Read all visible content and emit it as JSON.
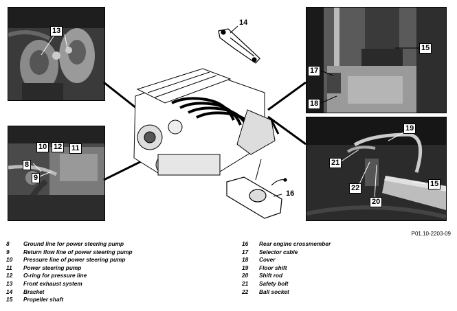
{
  "callouts": {
    "c8": "8",
    "c9": "9",
    "c10": "10",
    "c11": "11",
    "c12": "12",
    "c13": "13",
    "c14": "14",
    "c15a": "15",
    "c15b": "15",
    "c16": "16",
    "c17": "17",
    "c18": "18",
    "c19": "19",
    "c20": "20",
    "c21": "21",
    "c22": "22"
  },
  "figure_code": "P01.10-2203-09",
  "legend": {
    "left": [
      {
        "num": "8",
        "label": "Ground line for power steering pump"
      },
      {
        "num": "9",
        "label": "Return flow line of power steering pump"
      },
      {
        "num": "10",
        "label": "Pressure line of power steering pump"
      },
      {
        "num": "11",
        "label": "Power steering pump"
      },
      {
        "num": "12",
        "label": "O-ring for pressure line"
      },
      {
        "num": "13",
        "label": "Front exhaust system"
      },
      {
        "num": "14",
        "label": "Bracket"
      },
      {
        "num": "15",
        "label": "Propeller shaft"
      }
    ],
    "right": [
      {
        "num": "16",
        "label": "Rear engine crossmember"
      },
      {
        "num": "17",
        "label": "Selector cable"
      },
      {
        "num": "18",
        "label": "Cover"
      },
      {
        "num": "19",
        "label": "Floor shift"
      },
      {
        "num": "20",
        "label": "Shift rod"
      },
      {
        "num": "21",
        "label": "Safety bolt"
      },
      {
        "num": "22",
        "label": "Ball socket"
      }
    ]
  }
}
